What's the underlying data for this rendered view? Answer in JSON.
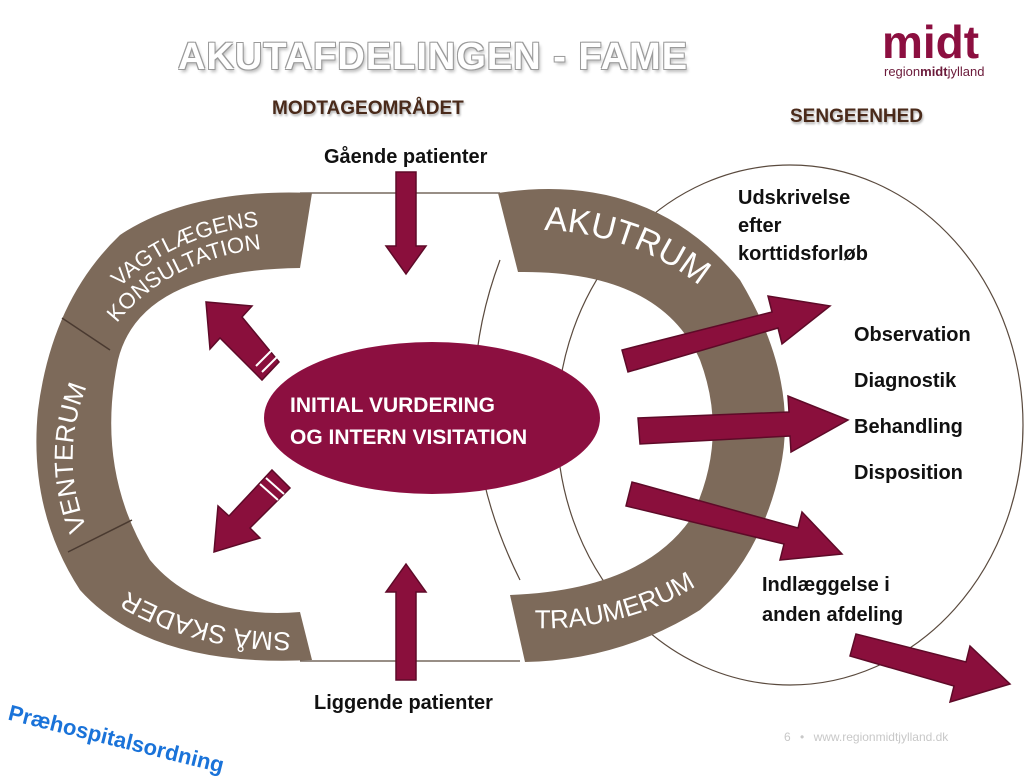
{
  "title": "AKUTAFDELINGEN - FAME",
  "logo": {
    "word": "midt",
    "sub_prefix": "region",
    "sub_bold": "midt",
    "sub_suffix": "jylland"
  },
  "sections": {
    "left": "MODTAGEOMRÅDET",
    "right": "SENGEENHED"
  },
  "inflows": {
    "top": "Gående patienter",
    "bottom": "Liggende patienter"
  },
  "center": {
    "line1": "INITIAL VURDERING",
    "line2": "OG INTERN VISITATION"
  },
  "ring_segments": {
    "vagt": "VAGTLÆGENS",
    "konsultation": "KONSULTATION",
    "venterum": "VENTERUM",
    "smaa": "SMÅ SKADER",
    "akutrum": "AKUTRUM",
    "traumerum": "TRAUMERUM"
  },
  "outcomes": {
    "discharge": [
      "Udskrivelse",
      "efter",
      "korttidsforløb"
    ],
    "bed_unit": [
      "Observation",
      "Diagnostik",
      "Behandling",
      "Disposition"
    ],
    "admission": [
      "Indlæggelse i",
      "anden afdeling"
    ]
  },
  "prehospital": "Præhospitalsordning",
  "footer": {
    "page": "6",
    "separator": "•",
    "url": "www.regionmidtjylland.dk"
  },
  "colors": {
    "ring": "#7d6a5a",
    "arrow": "#8a0f3c",
    "arrow_edge": "#5e0a28",
    "ellipse": "#8c0f40",
    "title": "#ffffff",
    "pre": "#1a73d9"
  }
}
